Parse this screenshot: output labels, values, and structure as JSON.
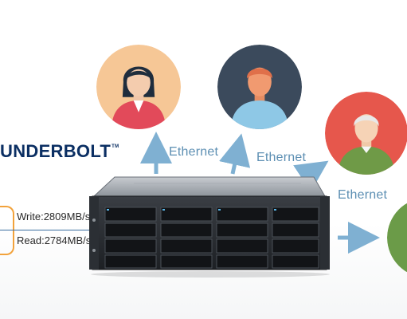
{
  "brand": {
    "text": "UNDERBOLT",
    "tm": "TM"
  },
  "speeds": {
    "write": "Write:2809MB/s",
    "read": "Read:2784MB/s"
  },
  "links": {
    "ethernet_1": "Ethernet",
    "ethernet_2": "Ethernet",
    "ethernet_3": "Ethernet"
  },
  "colors": {
    "arrow": "#7fb0d2",
    "brand": "#0b2f63",
    "ethernet_text": "#5d8fb3",
    "avatar_woman_bg": "#f6c796",
    "avatar_man_bg": "#3b4a5c",
    "avatar_elder_bg": "#e6574c",
    "avatar_partial_bg": "#6b9b48",
    "bracket": "#f2a23b"
  },
  "icons": {
    "woman": "woman-avatar-icon",
    "man": "man-avatar-icon",
    "elder": "elderly-man-avatar-icon",
    "partial": "partial-avatar-icon",
    "server": "rackmount-storage-server",
    "arrow": "arrow-icon"
  }
}
